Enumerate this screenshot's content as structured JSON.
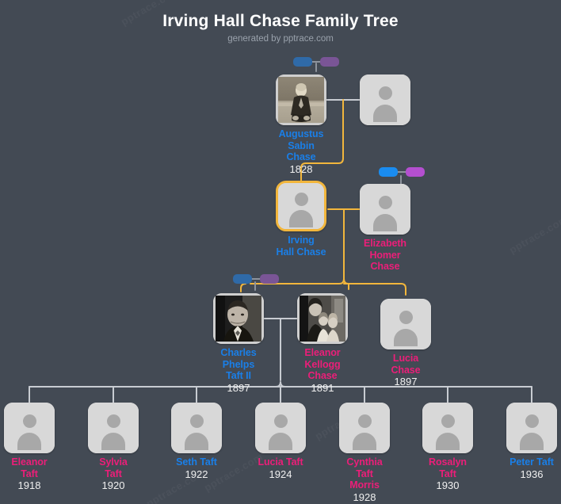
{
  "header": {
    "title": "Irving Hall Chase Family Tree",
    "subtitle": "generated by pptrace.com"
  },
  "watermark": "pptrace.com",
  "colors": {
    "background": "#434a54",
    "male_name": "#1a7fe8",
    "female_name": "#ec1e79",
    "year": "#f0f0f0",
    "bloodline_link": "#f2b63c",
    "spouse_link": "#c8ccd2",
    "root_highlight": "#f2b63c",
    "badge_blue_dim": "#2f6aa8",
    "badge_purple_dim": "#7a5596",
    "badge_blue_bright": "#1a8cf0",
    "badge_purple_bright": "#b44fd0",
    "card_background": "#d8d8d8",
    "avatar_silhouette": "#a8a8a8"
  },
  "generations": [
    {
      "id": "gen-1",
      "people": [
        {
          "id": "augustus-sabin-chase",
          "name": "Augustus\nSabin\nChase",
          "year": "1828",
          "gender": "male",
          "portrait": "vintage-sepia-seated-elderly-man",
          "root": false
        },
        {
          "id": "unknown-spouse-gen1",
          "name": "",
          "year": "",
          "gender": "unknown",
          "portrait": "placeholder-avatar",
          "root": false
        }
      ]
    },
    {
      "id": "gen-2",
      "people": [
        {
          "id": "irving-hall-chase",
          "name": "Irving\nHall Chase",
          "year": "",
          "gender": "male",
          "portrait": "placeholder-avatar",
          "root": true
        },
        {
          "id": "elizabeth-homer-chase",
          "name": "Elizabeth\nHomer\nChase",
          "year": "",
          "gender": "female",
          "portrait": "placeholder-avatar",
          "root": false
        }
      ]
    },
    {
      "id": "gen-3",
      "people": [
        {
          "id": "charles-phelps-taft-ii",
          "name": "Charles\nPhelps\nTaft II",
          "year": "1897",
          "gender": "male",
          "portrait": "bw-portrait-man-in-suit",
          "root": false
        },
        {
          "id": "eleanor-kellogg-chase",
          "name": "Eleanor\nKellogg\nChase",
          "year": "1891",
          "gender": "female",
          "portrait": "bw-family-photo-woman-and-children",
          "root": false
        },
        {
          "id": "lucia-chase",
          "name": "Lucia\nChase",
          "year": "1897",
          "gender": "female",
          "portrait": "placeholder-avatar",
          "root": false
        }
      ]
    },
    {
      "id": "gen-4",
      "people": [
        {
          "id": "eleanor-taft",
          "name": "Eleanor\nTaft",
          "year": "1918",
          "gender": "female",
          "portrait": "placeholder-avatar",
          "root": false
        },
        {
          "id": "sylvia-taft",
          "name": "Sylvia\nTaft",
          "year": "1920",
          "gender": "female",
          "portrait": "placeholder-avatar",
          "root": false
        },
        {
          "id": "seth-taft",
          "name": "Seth Taft",
          "year": "1922",
          "gender": "male",
          "portrait": "placeholder-avatar",
          "root": false
        },
        {
          "id": "lucia-taft",
          "name": "Lucia Taft",
          "year": "1924",
          "gender": "female",
          "portrait": "placeholder-avatar",
          "root": false
        },
        {
          "id": "cynthia-taft-morris",
          "name": "Cynthia\nTaft\nMorris",
          "year": "1928",
          "gender": "female",
          "portrait": "placeholder-avatar",
          "root": false
        },
        {
          "id": "rosalyn-taft",
          "name": "Rosalyn\nTaft",
          "year": "1930",
          "gender": "female",
          "portrait": "placeholder-avatar",
          "root": false
        },
        {
          "id": "peter-taft",
          "name": "Peter Taft",
          "year": "1936",
          "gender": "male",
          "portrait": "placeholder-avatar",
          "root": false
        }
      ]
    }
  ],
  "couple_badges": [
    {
      "id": "badge-gen1",
      "style": "dim"
    },
    {
      "id": "badge-gen2",
      "style": "bright"
    },
    {
      "id": "badge-gen3",
      "style": "dim"
    }
  ]
}
